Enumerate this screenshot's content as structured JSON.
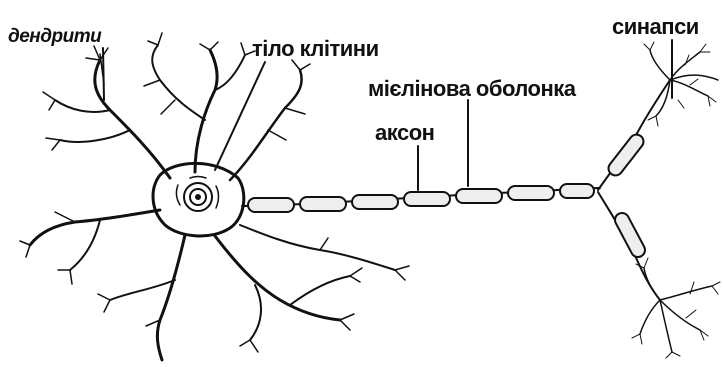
{
  "labels": {
    "dendrites": "дендрити",
    "cell_body": "тіло клітини",
    "myelin_sheath": "мієлінова оболонка",
    "axon": "аксон",
    "synapses": "синапси"
  }
}
